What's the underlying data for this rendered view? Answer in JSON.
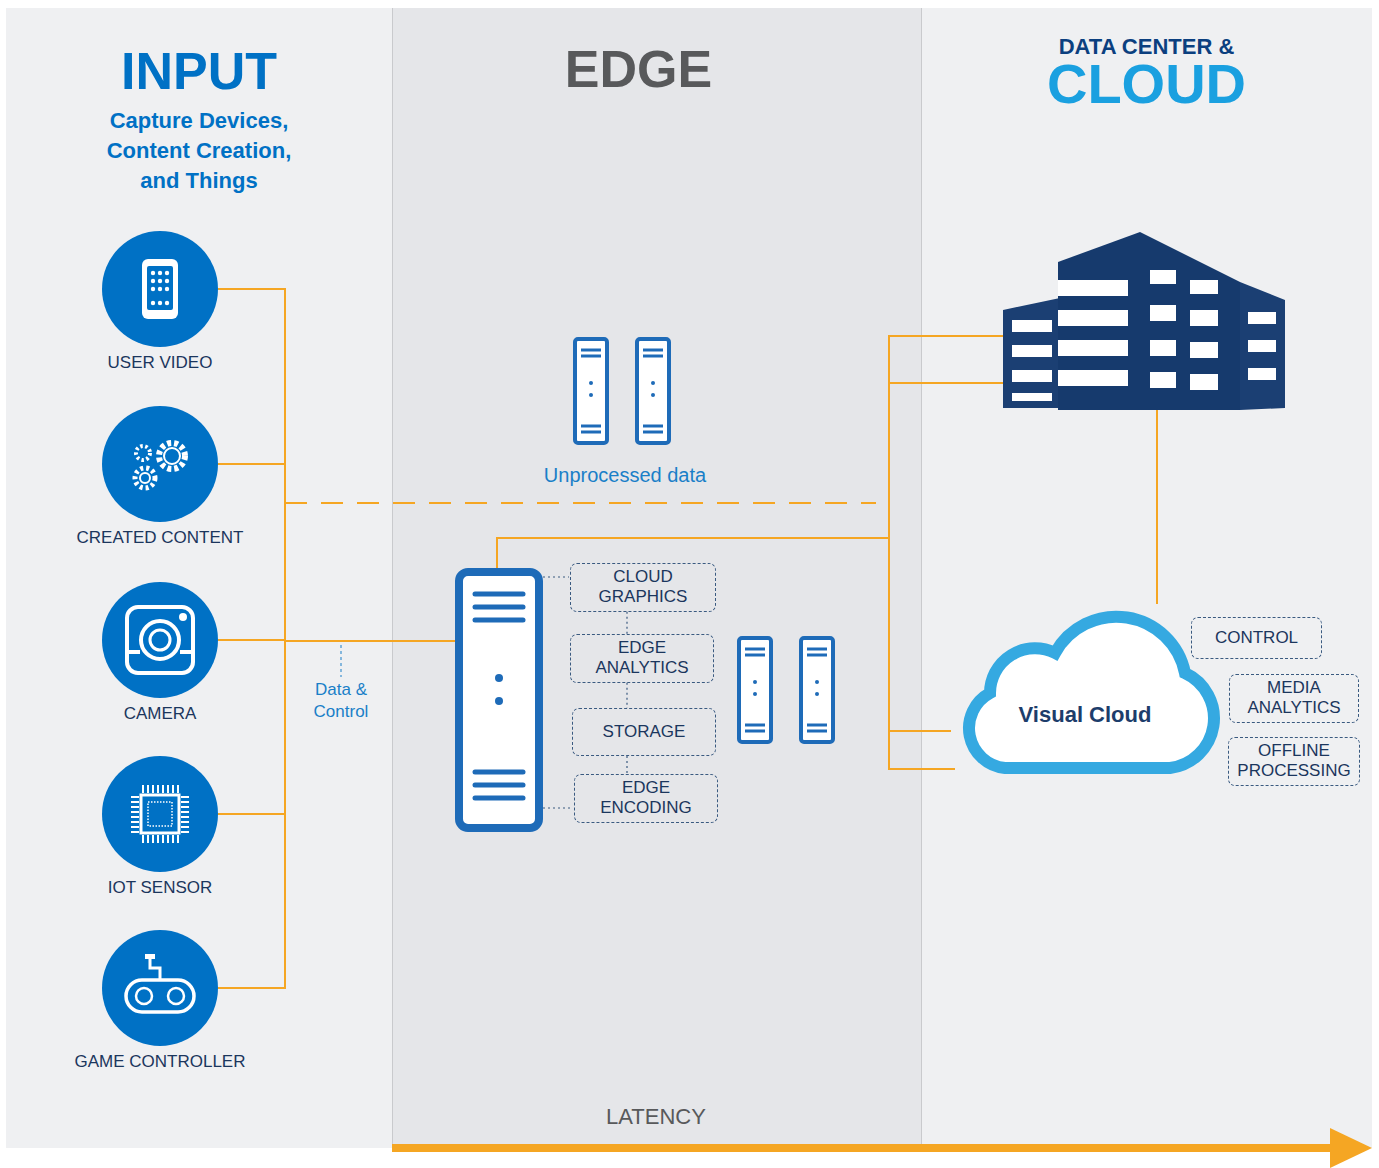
{
  "diagram": {
    "nodes": [
      {
        "text": [
          "INPUT",
          "Capture Devices, Content Creation, and Things"
        ]
      },
      {
        "text": [
          "USER VIDEO"
        ],
        "in": 0
      },
      {
        "text": [
          "CREATED CONTENT"
        ],
        "in": 0
      },
      {
        "text": [
          "CAMERA"
        ],
        "in": 0
      },
      {
        "text": [
          "IOT SENSOR"
        ],
        "in": 0
      },
      {
        "text": [
          "GAME CONTROLLER"
        ],
        "in": 0
      },
      {
        "text": [
          "EDGE"
        ]
      },
      {
        "text": [
          "CLOUD GRAPHICS"
        ],
        "in": 6
      },
      {
        "text": [
          "EDGE ANALYTICS"
        ],
        "in": 6
      },
      {
        "text": [
          "STORAGE"
        ],
        "in": 6
      },
      {
        "text": [
          "EDGE ENCODING"
        ],
        "in": 6
      },
      {
        "text": [
          "DATA CENTER &",
          "CLOUD"
        ]
      },
      {
        "text": [
          "Visual Cloud"
        ],
        "in": 11
      },
      {
        "text": [
          "CONTROL"
        ],
        "in": 11
      },
      {
        "text": [
          "MEDIA ANALYTICS"
        ],
        "in": 11
      },
      {
        "text": [
          "OFFLINE PROCESSING"
        ],
        "in": 11
      }
    ],
    "edges": [
      {
        "from": 1,
        "to": 12,
        "arrow": "none"
      },
      {
        "from": 2,
        "to": 12,
        "arrow": "none"
      },
      {
        "from": 3,
        "to": 12,
        "arrow": "none"
      },
      {
        "from": 4,
        "to": 12,
        "arrow": "none"
      },
      {
        "from": 5,
        "to": 12,
        "arrow": "none"
      },
      {
        "from": 7,
        "to": 8,
        "arrow": "none"
      },
      {
        "from": 8,
        "to": 9,
        "arrow": "none"
      },
      {
        "from": 9,
        "to": 10,
        "arrow": "none"
      }
    ],
    "labels": [
      "Unprocessed data",
      "Data & Control",
      "LATENCY"
    ]
  }
}
